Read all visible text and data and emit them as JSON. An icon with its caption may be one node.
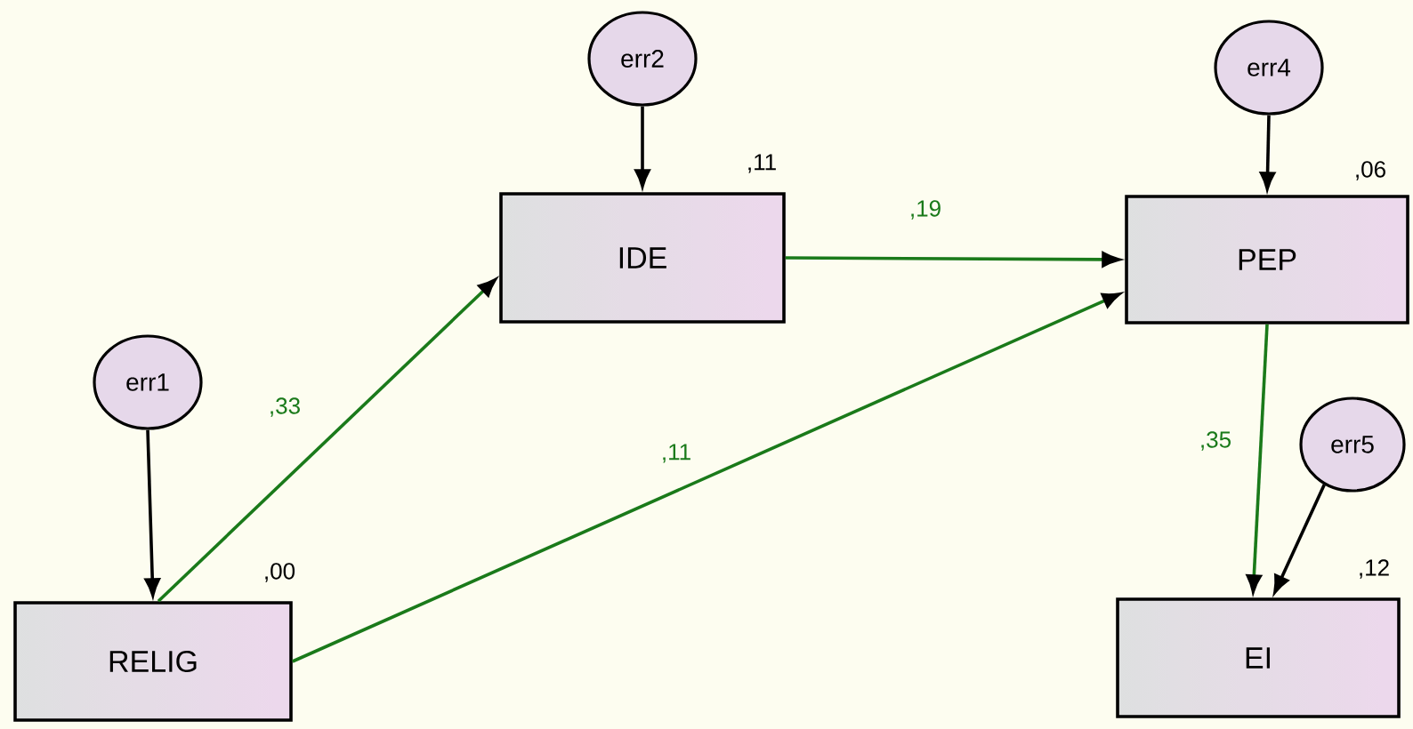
{
  "diagram": {
    "nodes": [
      {
        "text": [
          "err2"
        ]
      },
      {
        "text": [
          "err4"
        ]
      },
      {
        "text": [
          "IDE"
        ],
        "beside": [
          ",11"
        ]
      },
      {
        "text": [
          "PEP"
        ],
        "beside": [
          ",06"
        ]
      },
      {
        "text": [
          "err1"
        ]
      },
      {
        "text": [
          "err5"
        ]
      },
      {
        "text": [
          "RELIG"
        ],
        "beside": [
          ",00"
        ]
      },
      {
        "text": [
          "EI"
        ],
        "beside": [
          ",12"
        ]
      }
    ],
    "edges": [
      {
        "from": 4,
        "to": 6,
        "arrow": "to"
      },
      {
        "from": 0,
        "to": 2,
        "arrow": "to"
      },
      {
        "from": 1,
        "to": 3,
        "arrow": "to"
      },
      {
        "from": 5,
        "to": 7,
        "arrow": "to"
      },
      {
        "from": 6,
        "to": 2,
        "arrow": "to",
        "label": ",33",
        "color": "#1a7a1a"
      },
      {
        "from": 2,
        "to": 3,
        "arrow": "to",
        "label": ",19",
        "color": "#1a7a1a"
      },
      {
        "from": 6,
        "to": 3,
        "arrow": "to",
        "label": ",11",
        "color": "#1a7a1a"
      },
      {
        "from": 3,
        "to": 7,
        "arrow": "to",
        "label": ",35",
        "color": "#1a7a1a"
      }
    ]
  }
}
